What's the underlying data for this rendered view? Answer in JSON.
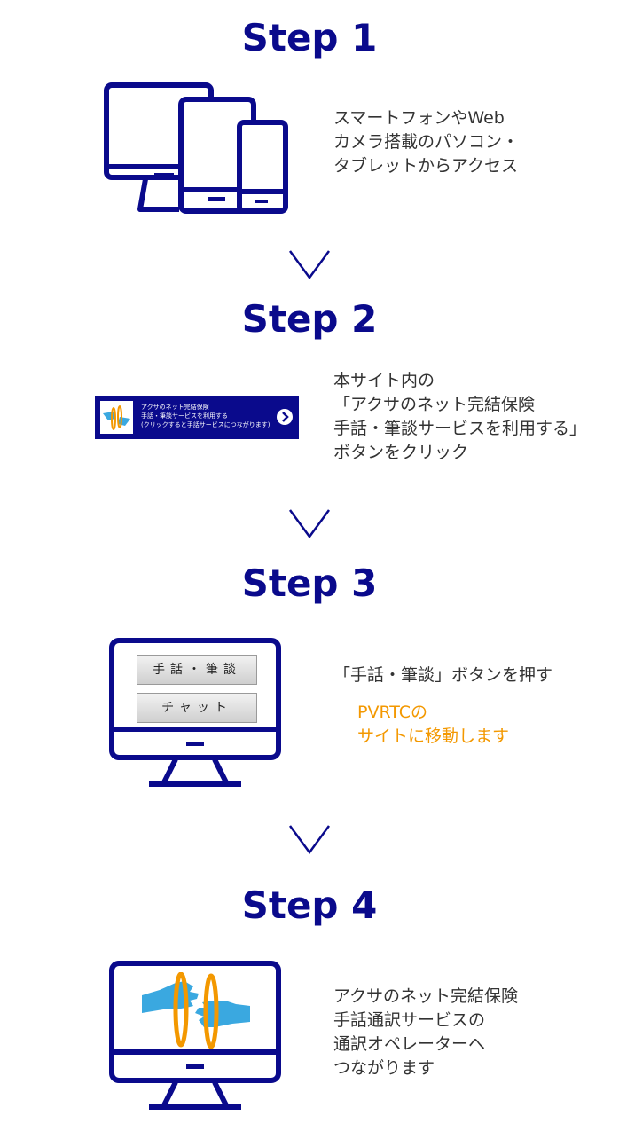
{
  "steps": [
    {
      "title": "Step 1",
      "lines": [
        "スマートフォンやWeb",
        "カメラ搭載のパソコン・",
        "タブレットからアクセス"
      ]
    },
    {
      "title": "Step 2",
      "lines": [
        "本サイト内の",
        "「アクサのネット完結保険",
        "手話・筆談サービスを利用する」",
        "ボタンをクリック"
      ]
    },
    {
      "title": "Step 3",
      "lines": [
        "「手話・筆談」ボタンを押す"
      ],
      "note_lines": [
        "PVRTCの",
        "サイトに移動します"
      ]
    },
    {
      "title": "Step 4",
      "lines": [
        "アクサのネット完結保険",
        "手話通訳サービスの",
        "通訳オペレーターへ",
        "つながります"
      ]
    }
  ],
  "banner": {
    "lines": [
      "アクサのネット完結保険",
      "手話・筆談サービスを利用する",
      "(クリックすると手話サービスにつながります)"
    ]
  },
  "monitor_buttons": {
    "sign_writing": "手話・筆談",
    "chat": "チャット"
  },
  "icons": {
    "devices": "devices-icon",
    "chevron": "chevron-down-icon",
    "monitor": "monitor-icon",
    "hands": "sign-language-hands-icon"
  },
  "colors": {
    "navy": "#0a0a8c",
    "orange": "#f39800",
    "hand_blue": "#3aa8e0"
  }
}
